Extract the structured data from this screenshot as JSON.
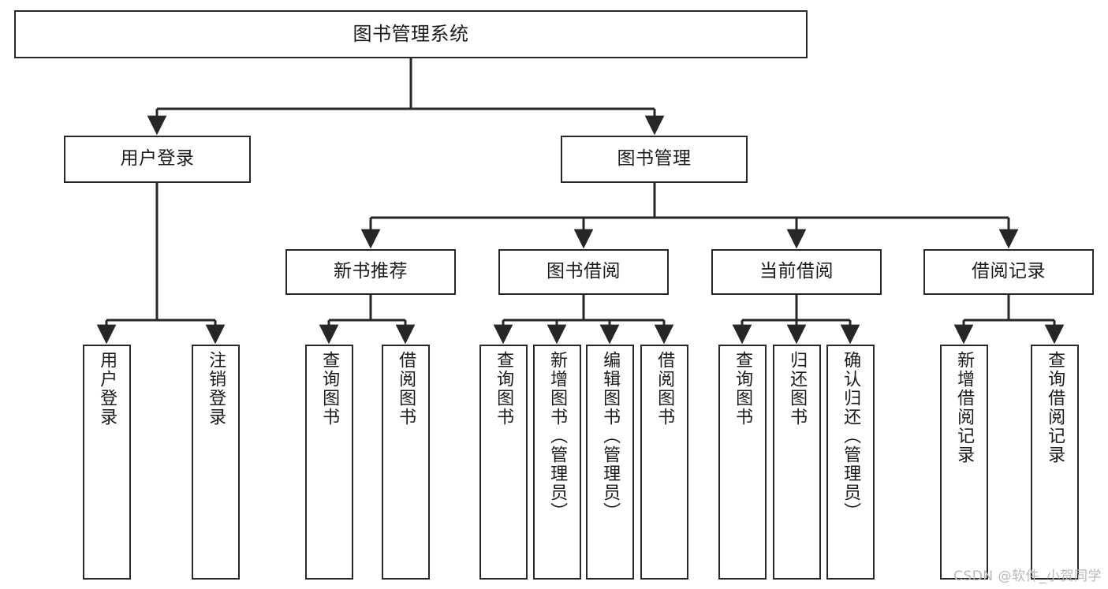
{
  "diagram": {
    "title": "图书管理系统",
    "watermark": "CSDN @软件_小贺同学",
    "line_color": "#272727",
    "box_fill": "#ffffff",
    "text_color": "#1b1b1b",
    "watermark_color": "#b9b9b9"
  },
  "nodes": {
    "root": {
      "label": "图书管理系统"
    },
    "level2": [
      {
        "label": "用户登录"
      },
      {
        "label": "图书管理"
      }
    ],
    "level3": [
      {
        "label": "新书推荐"
      },
      {
        "label": "图书借阅"
      },
      {
        "label": "当前借阅"
      },
      {
        "label": "借阅记录"
      }
    ],
    "leaves": {
      "user_login": [
        {
          "label": "用户登录"
        },
        {
          "label": "注销登录"
        }
      ],
      "new_book_recommend": [
        {
          "label": "查询图书"
        },
        {
          "label": "借阅图书"
        }
      ],
      "book_borrow": [
        {
          "label": "查询图书"
        },
        {
          "label": "新增图书（管理员）"
        },
        {
          "label": "编辑图书（管理员）"
        },
        {
          "label": "借阅图书"
        }
      ],
      "current_borrow": [
        {
          "label": "查询图书"
        },
        {
          "label": "归还图书"
        },
        {
          "label": "确认归还（管理员）"
        }
      ],
      "borrow_record": [
        {
          "label": "新增借阅记录"
        },
        {
          "label": "查询借阅记录"
        }
      ]
    }
  }
}
